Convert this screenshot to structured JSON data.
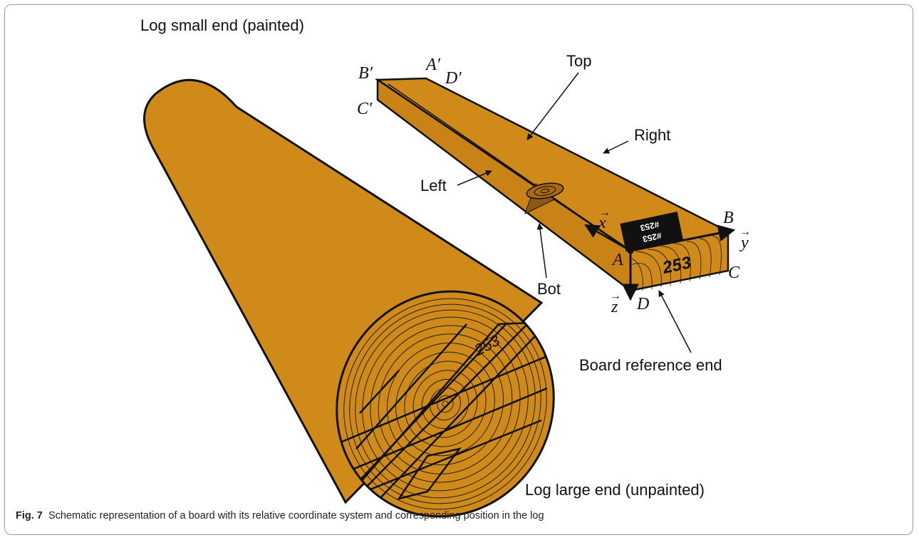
{
  "labels": {
    "small_end": "Log small end (painted)",
    "large_end": "Log large end (unpainted)",
    "top": "Top",
    "right": "Right",
    "left": "Left",
    "bot": "Bot",
    "reference_end": "Board reference end"
  },
  "points": {
    "A": "A",
    "B": "B",
    "C": "C",
    "D": "D",
    "A_prime": "A′",
    "B_prime": "B′",
    "C_prime": "C′",
    "D_prime": "D′"
  },
  "axes": {
    "x": "x",
    "y": "y",
    "z": "z"
  },
  "board_number": "253",
  "board_tag": "#253",
  "log_end_number": "253",
  "caption": {
    "figure": "Fig. 7",
    "text": "Schematic representation of a board with its relative coordinate system and corresponding position in the log"
  },
  "colors": {
    "wood": "#D08A1A",
    "wood_dark": "#B57515",
    "outline": "#111111"
  }
}
